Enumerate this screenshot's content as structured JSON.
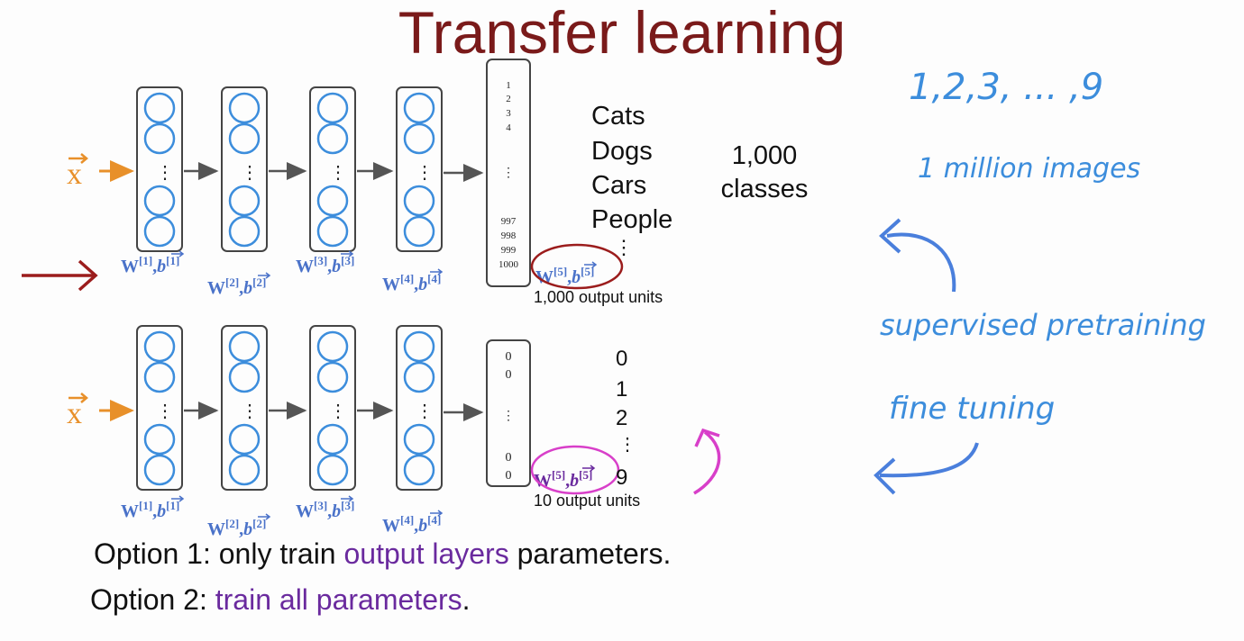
{
  "title": "Transfer learning",
  "input_symbol": "x",
  "top_network": {
    "output_indices": [
      "1",
      "2",
      "3",
      "4",
      "⋮",
      "997",
      "998",
      "999",
      "1000"
    ],
    "param_labels": [
      {
        "w": "W",
        "sup": "[1]",
        "b": "b",
        "bsup": "[1]"
      },
      {
        "w": "W",
        "sup": "[2]",
        "b": "b",
        "bsup": "[2]"
      },
      {
        "w": "W",
        "sup": "[3]",
        "b": "b",
        "bsup": "[3]"
      },
      {
        "w": "W",
        "sup": "[4]",
        "b": "b",
        "bsup": "[4]"
      },
      {
        "w": "W",
        "sup": "[5]",
        "b": "b",
        "bsup": "[5]"
      }
    ],
    "classes": [
      "Cats",
      "Dogs",
      "Cars",
      "People",
      "⋮"
    ],
    "count_line1": "1,000",
    "count_line2": "classes",
    "output_units": "1,000 output units"
  },
  "bottom_network": {
    "output_values": [
      "0",
      "0",
      "⋮",
      "0",
      "0"
    ],
    "digits": [
      "0",
      "1",
      "2",
      "⋮",
      "9"
    ],
    "output_units": "10 output units"
  },
  "options": {
    "option1_prefix": "Option 1: only train ",
    "option1_highlight": "output layers",
    "option1_suffix": " parameters.",
    "option2_prefix": "Option 2: ",
    "option2_highlight": "train all parameters",
    "option2_suffix": "."
  },
  "annotations": {
    "digits_seq": "1,2,3, ... ,9",
    "million": "1 million images",
    "pretraining": "supervised pretraining",
    "finetuning": "fine tuning"
  },
  "colors": {
    "title": "#7a1a1a",
    "blue": "#3c8ddc",
    "param_blue": "#4a72c9",
    "orange": "#e8902a",
    "dark_red": "#9b1c1c",
    "magenta": "#d83fc9",
    "purple": "#6a2a9e"
  }
}
